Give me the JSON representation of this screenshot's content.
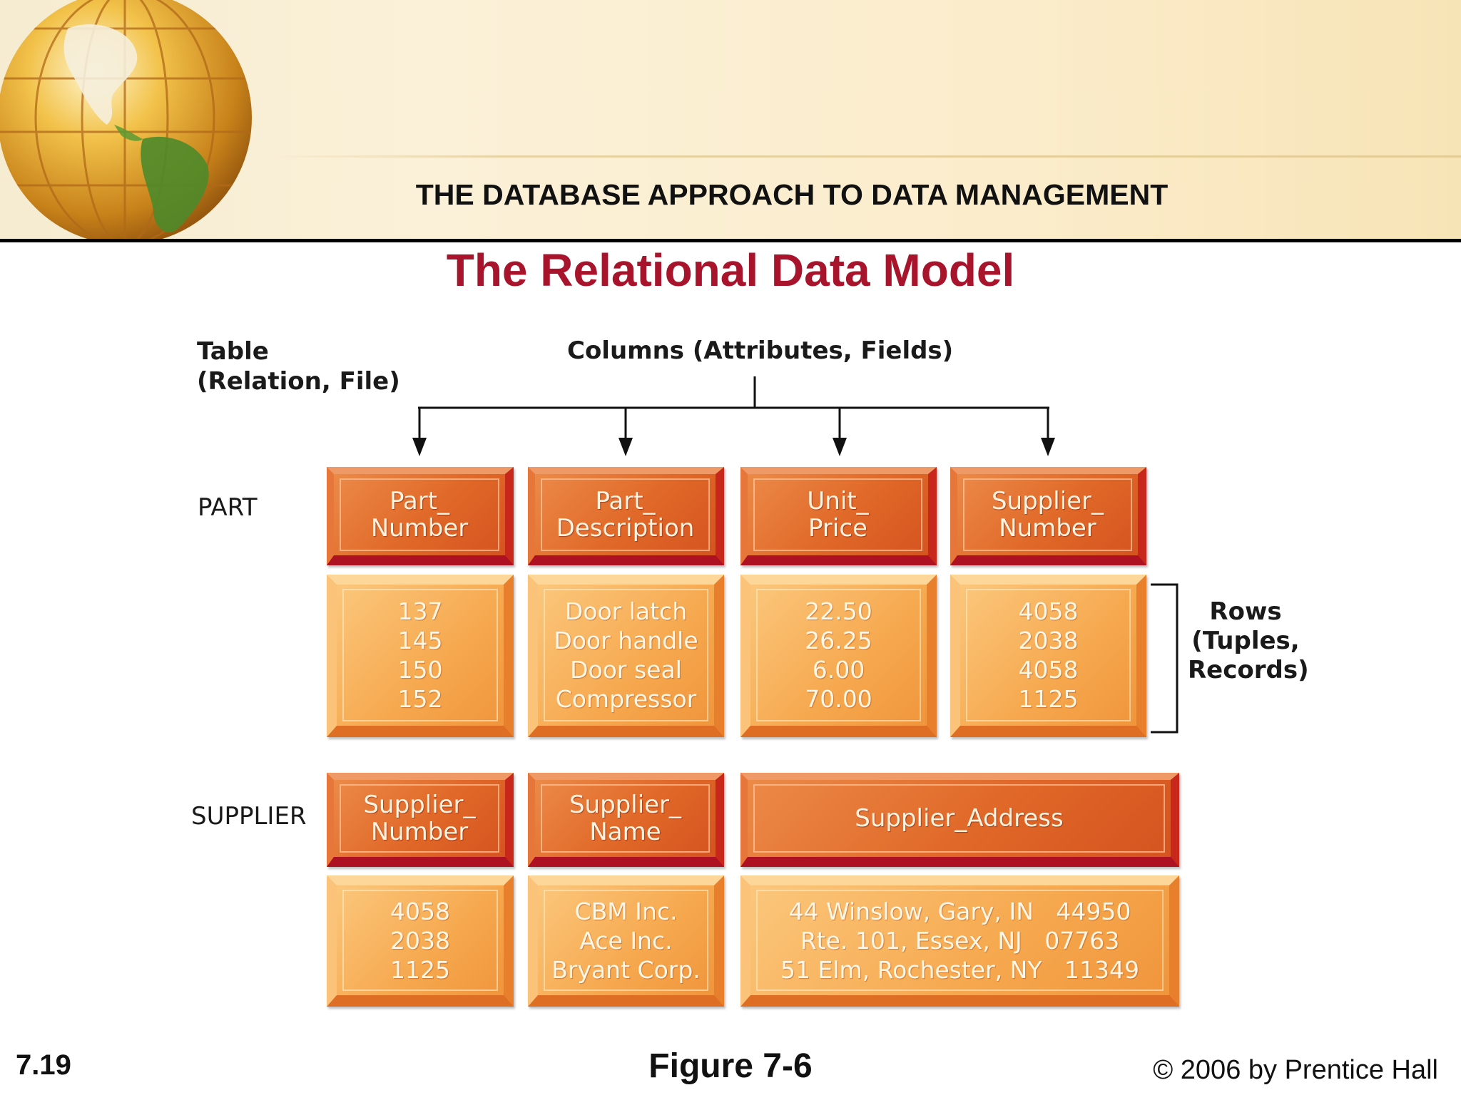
{
  "header": {
    "section_title": "THE DATABASE APPROACH TO DATA MANAGEMENT",
    "slide_title": "The Relational Data Model"
  },
  "labels": {
    "table_line1": "Table",
    "table_line2": "(Relation, File)",
    "columns": "Columns (Attributes, Fields)",
    "part": "PART",
    "supplier": "SUPPLIER",
    "rows_line1": "Rows",
    "rows_line2": "(Tuples,",
    "rows_line3": "Records)"
  },
  "part_table": {
    "headers": [
      [
        "Part_",
        "Number"
      ],
      [
        "Part_",
        "Description"
      ],
      [
        "Unit_",
        "Price"
      ],
      [
        "Supplier_",
        "Number"
      ]
    ],
    "rows": [
      [
        "137",
        "Door latch",
        "22.50",
        "4058"
      ],
      [
        "145",
        "Door handle",
        "26.25",
        "2038"
      ],
      [
        "150",
        "Door seal",
        "6.00",
        "4058"
      ],
      [
        "152",
        "Compressor",
        "70.00",
        "1125"
      ]
    ]
  },
  "supplier_table": {
    "headers": [
      [
        "Supplier_",
        "Number"
      ],
      [
        "Supplier_",
        "Name"
      ],
      [
        "Supplier_Address"
      ]
    ],
    "rows": [
      [
        "4058",
        "CBM Inc.",
        "44 Winslow, Gary, IN   44950"
      ],
      [
        "2038",
        "Ace Inc.",
        "Rte. 101, Essex, NJ   07763"
      ],
      [
        "1125",
        "Bryant Corp.",
        "51 Elm, Rochester, NY   11349"
      ]
    ]
  },
  "footer": {
    "page_number": "7.19",
    "figure": "Figure 7-6",
    "copyright": "© 2006 by Prentice Hall"
  },
  "colors": {
    "title_red": "#a8142c",
    "header_cell": "#e06828",
    "data_cell": "#f6a84e"
  }
}
